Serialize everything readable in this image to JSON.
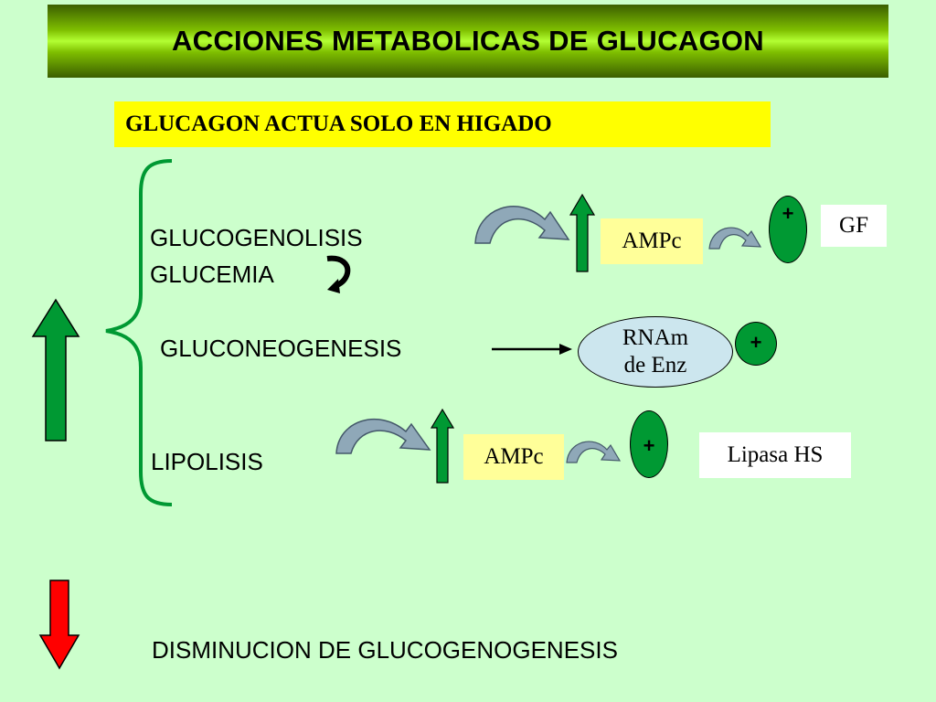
{
  "title": "ACCIONES METABOLICAS DE GLUCAGON",
  "subtitle": "GLUCAGON ACTUA SOLO EN HIGADO",
  "labels": {
    "glucogenolisis": "GLUCOGENOLISIS",
    "glucemia": "GLUCEMIA",
    "gluconeogenesis": "GLUCONEOGENESIS",
    "lipolisis": "LIPOLISIS",
    "disminucion": "DISMINUCION DE GLUCOGENOGENESIS"
  },
  "ampc_top": "AMPc",
  "ampc_bottom": "AMPc",
  "plus_top": "+",
  "plus_middle": "+",
  "plus_bottom": "+",
  "gf": "GF",
  "rnam_line1": "RNAm",
  "rnam_line2": "de Enz",
  "lipasa": "Lipasa HS",
  "colors": {
    "background": "#ccffcc",
    "increase_arrow": "#009933",
    "decrease_arrow": "#ff0000",
    "highlight_box": "#ffff99",
    "subtitle_bg": "#ffff00",
    "curved_arrow": "#8fa8b8",
    "bracket": "#009933"
  },
  "icons": [
    "up-arrow-icon",
    "down-arrow-icon",
    "curved-arrow-icon",
    "turn-arrow-icon",
    "right-arrow-icon"
  ]
}
